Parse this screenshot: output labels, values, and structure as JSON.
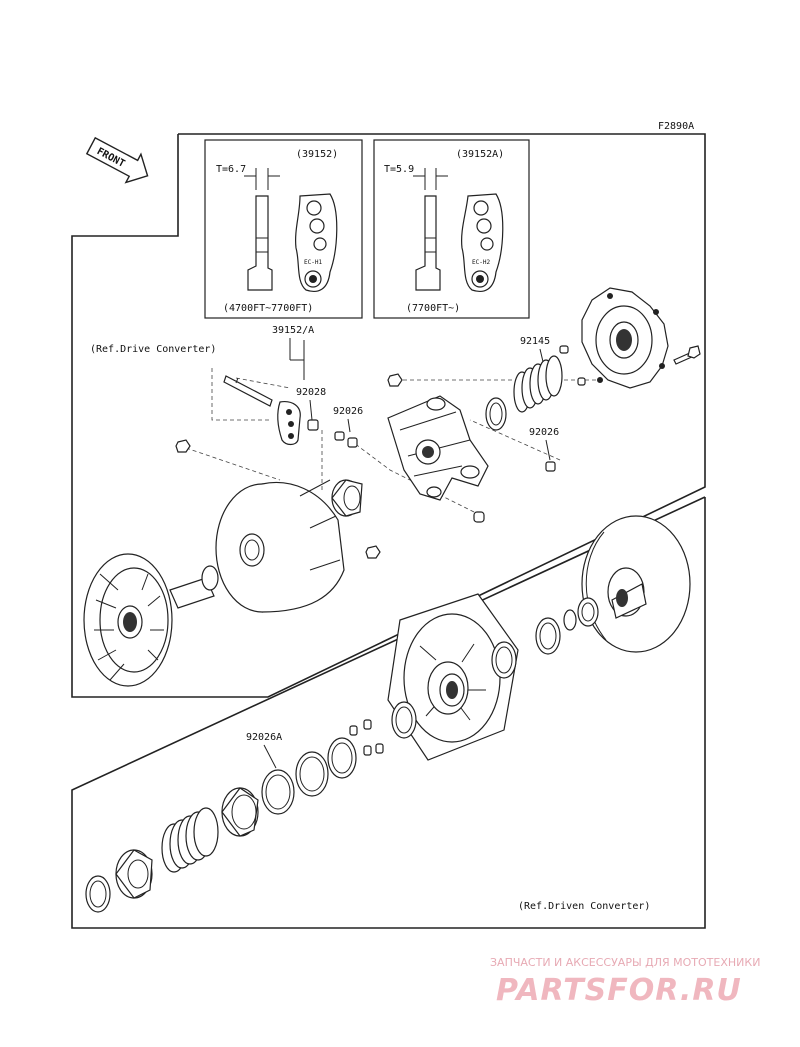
{
  "figure_code": "F2890A",
  "front_label": "FRONT",
  "box_left": {
    "part_no": "(39152)",
    "thickness": "T=6.7",
    "mark": "EC-H1",
    "range": "(4700FT~7700FT)"
  },
  "box_right": {
    "part_no": "(39152A)",
    "thickness": "T=5.9",
    "mark": "EC-H2",
    "range": "(7700FT~)"
  },
  "callouts": {
    "c39152a": "39152/A",
    "c92028": "92028",
    "c92026_a": "92026",
    "c92145": "92145",
    "c92026_b": "92026",
    "c92026A": "92026A"
  },
  "ref_drive": "(Ref.Drive Converter)",
  "ref_driven": "(Ref.Driven Converter)",
  "watermark": {
    "subtitle": "ЗАПЧАСТИ И АКСЕССУАРЫ ДЛЯ МОТОТЕХНИКИ",
    "brand": "PARTSFOR.RU"
  }
}
